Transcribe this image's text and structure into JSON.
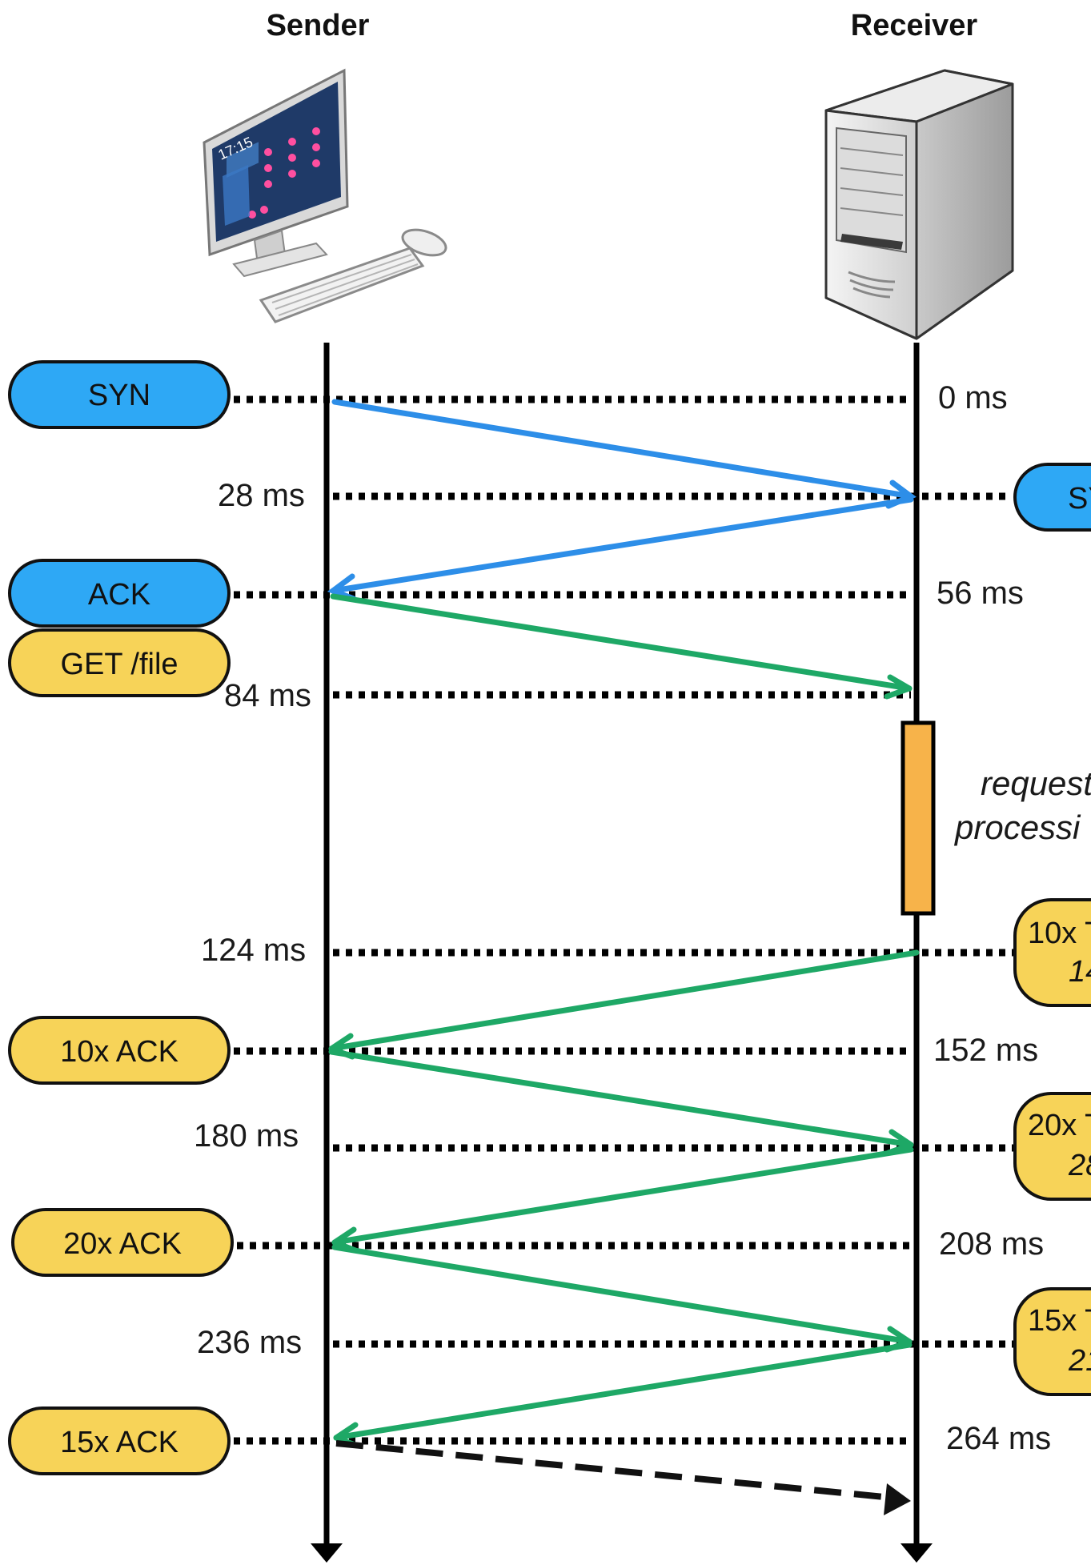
{
  "participants": {
    "sender": {
      "label": "Sender"
    },
    "receiver": {
      "label": "Receiver"
    }
  },
  "sender_screen": {
    "clock": "17:15"
  },
  "timestamps": [
    "0 ms",
    "28 ms",
    "56 ms",
    "84 ms",
    "124 ms",
    "152 ms",
    "180 ms",
    "208 ms",
    "236 ms",
    "264 ms"
  ],
  "sender_pills": [
    {
      "label": "SYN",
      "color": "#2ea8f5"
    },
    {
      "label": "ACK",
      "color": "#2ea8f5"
    },
    {
      "label": "GET /file",
      "color": "#f7d358"
    },
    {
      "label": "10x ACK",
      "color": "#f7d358"
    },
    {
      "label": "20x ACK",
      "color": "#f7d358"
    },
    {
      "label": "15x ACK",
      "color": "#f7d358"
    }
  ],
  "receiver_pills": [
    {
      "line1": "SY",
      "line2": "",
      "color": "#2ea8f5"
    },
    {
      "line1": "10x T",
      "line2": "14",
      "color": "#f7d358"
    },
    {
      "line1": "20x T",
      "line2": "28",
      "color": "#f7d358"
    },
    {
      "line1": "15x T",
      "line2": "21",
      "color": "#f7d358"
    }
  ],
  "processing_note": {
    "line1": "request",
    "line2": "processi"
  },
  "colors": {
    "handshake_arrow": "#2d8ee8",
    "data_arrow": "#1ea866",
    "dashed_arrow": "#111111",
    "processing_bar": "#f7b34a",
    "lifeline": "#000000"
  },
  "icons": {
    "sender": "desktop-computer-icon",
    "receiver": "server-tower-icon"
  }
}
